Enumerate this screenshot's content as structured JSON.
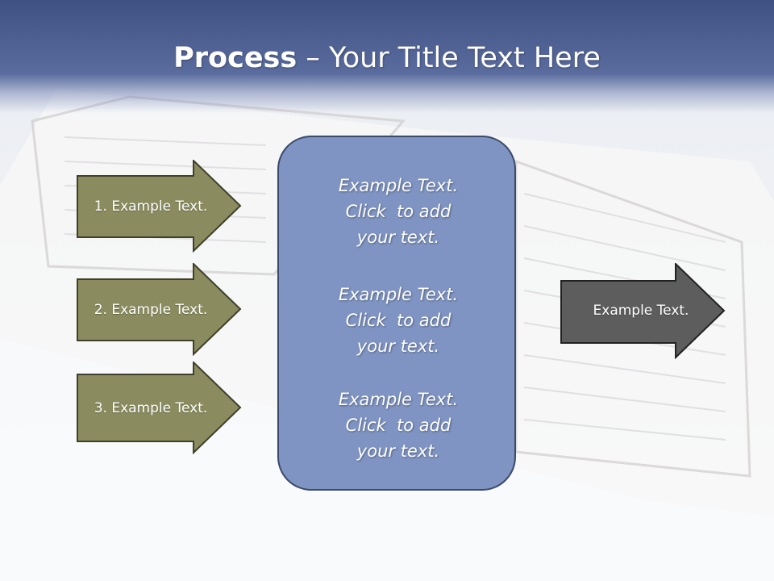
{
  "title": {
    "bold": "Process",
    "rest": " – Your Title Text Here"
  },
  "left_arrows": [
    {
      "label": "1. Example Text."
    },
    {
      "label": "2. Example Text."
    },
    {
      "label": "3. Example Text."
    }
  ],
  "center": [
    {
      "line1": "Example Text.",
      "line2": "Click  to add",
      "line3": "your text."
    },
    {
      "line1": "Example Text.",
      "line2": "Click  to add",
      "line3": "your text."
    },
    {
      "line1": "Example Text.",
      "line2": "Click  to add",
      "line3": "your text."
    }
  ],
  "right_arrow": {
    "label": "Example Text."
  },
  "colors": {
    "header": "#4a5b8c",
    "left_arrow_fill": "#8a8c5f",
    "center_box_fill": "#7f94c2",
    "right_arrow_fill": "#5d5d5d"
  }
}
